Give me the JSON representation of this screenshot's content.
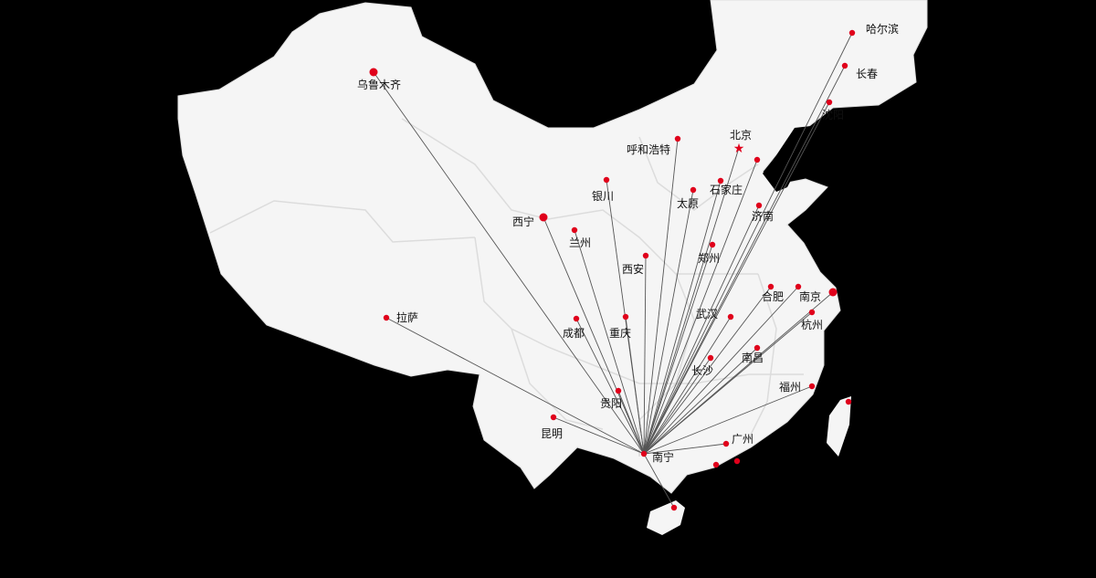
{
  "map": {
    "land_color": "#f5f5f5",
    "border_color": "#d8d8d8",
    "line_color": "#555555",
    "dot_color": "#e0001b",
    "origin": "南宁",
    "capital": "北京",
    "cities": [
      {
        "name": "哈尔滨"
      },
      {
        "name": "长春"
      },
      {
        "name": "沈阳"
      },
      {
        "name": "北京"
      },
      {
        "name": "呼和浩特"
      },
      {
        "name": "石家庄"
      },
      {
        "name": "太原"
      },
      {
        "name": "济南"
      },
      {
        "name": "银川"
      },
      {
        "name": "西宁"
      },
      {
        "name": "兰州"
      },
      {
        "name": "西安"
      },
      {
        "name": "郑州"
      },
      {
        "name": "合肥"
      },
      {
        "name": "南京"
      },
      {
        "name": "杭州"
      },
      {
        "name": "武汉"
      },
      {
        "name": "成都"
      },
      {
        "name": "重庆"
      },
      {
        "name": "拉萨"
      },
      {
        "name": "乌鲁木齐"
      },
      {
        "name": "长沙"
      },
      {
        "name": "南昌"
      },
      {
        "name": "福州"
      },
      {
        "name": "贵阳"
      },
      {
        "name": "昆明"
      },
      {
        "name": "广州"
      },
      {
        "name": "南宁"
      },
      {
        "name": ""
      },
      {
        "name": ""
      },
      {
        "name": ""
      },
      {
        "name": ""
      },
      {
        "name": ""
      },
      {
        "name": ""
      }
    ]
  }
}
